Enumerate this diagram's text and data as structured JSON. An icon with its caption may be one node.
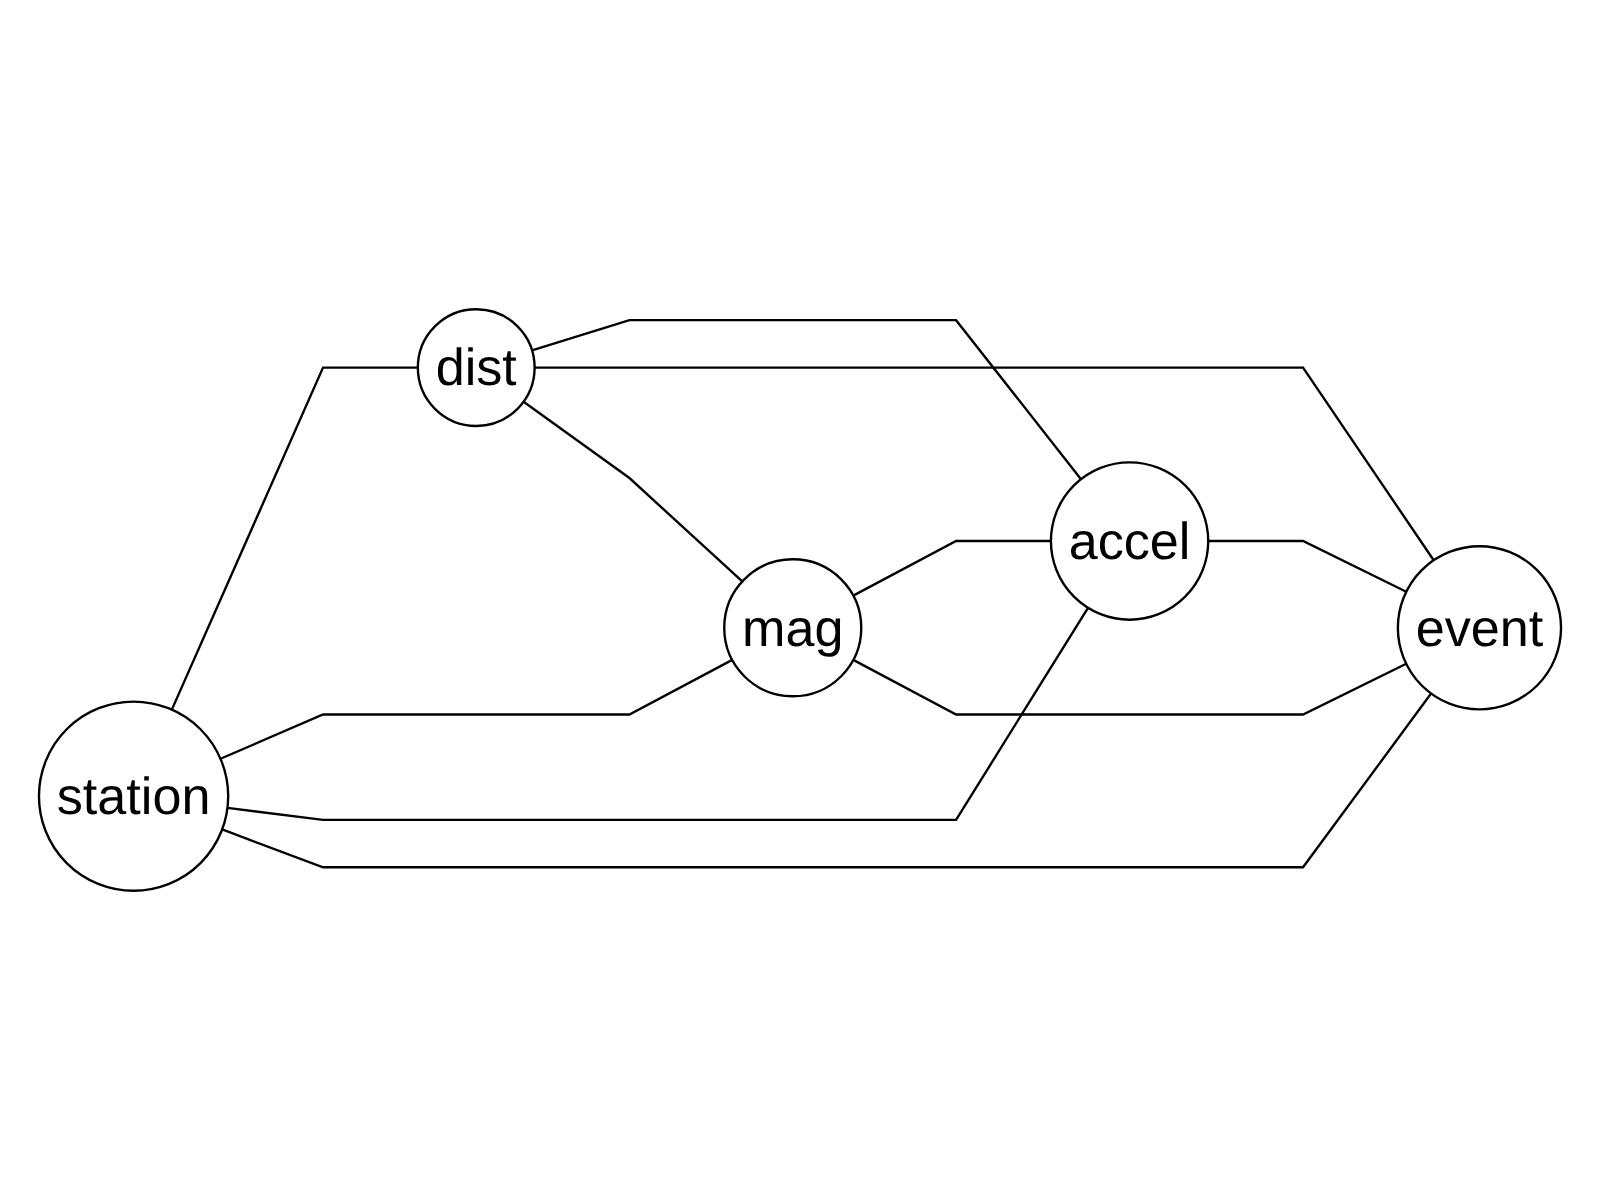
{
  "diagram": {
    "nodes": [
      {
        "text": [
          "dist"
        ]
      },
      {
        "text": [
          "station"
        ]
      },
      {
        "text": [
          "mag"
        ]
      },
      {
        "text": [
          "accel"
        ]
      },
      {
        "text": [
          "event"
        ]
      }
    ],
    "edges": [
      {
        "from": 1,
        "to": 0,
        "arrow": "none"
      },
      {
        "from": 1,
        "to": 2,
        "arrow": "none"
      },
      {
        "from": 1,
        "to": 3,
        "arrow": "none"
      },
      {
        "from": 1,
        "to": 4,
        "arrow": "none"
      },
      {
        "from": 0,
        "to": 3,
        "arrow": "none"
      },
      {
        "from": 0,
        "to": 4,
        "arrow": "none"
      },
      {
        "from": 0,
        "to": 2,
        "arrow": "none"
      },
      {
        "from": 2,
        "to": 3,
        "arrow": "none"
      },
      {
        "from": 2,
        "to": 4,
        "arrow": "none"
      },
      {
        "from": 3,
        "to": 4,
        "arrow": "none"
      }
    ]
  }
}
